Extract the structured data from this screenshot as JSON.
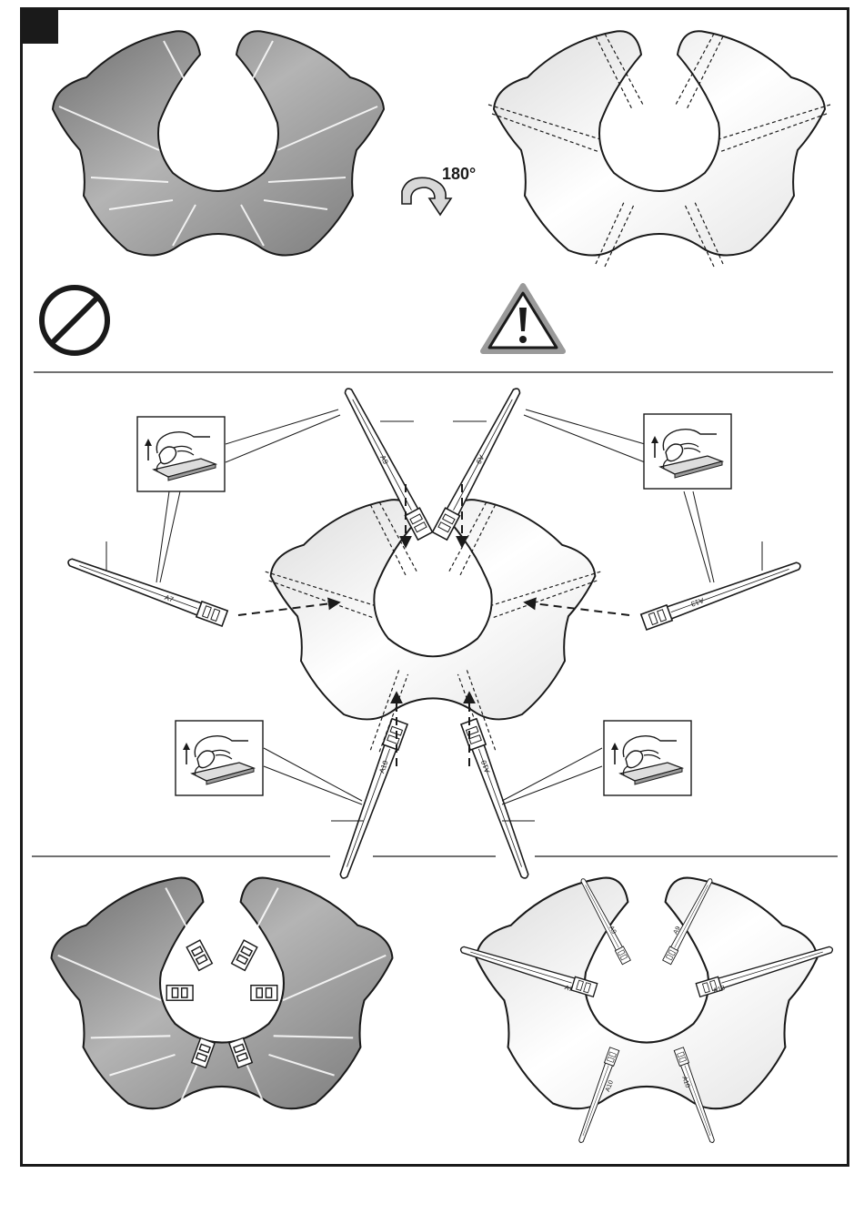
{
  "rotation": {
    "label": "180°"
  },
  "pieces": {
    "top_left": "A9",
    "top_right": "A9",
    "left": "A7",
    "right": "A13",
    "bottom_left": "A10",
    "bottom_right": "A10"
  },
  "colors": {
    "ink": "#1a1a1a",
    "shade_dark": "#8c8c8c",
    "shade_light": "#f1f1f1",
    "warning_fill": "#ffffff"
  },
  "icons": [
    "do-not-icon",
    "warning-icon",
    "rotate-180-icon",
    "hand-pull-tab-icon"
  ]
}
